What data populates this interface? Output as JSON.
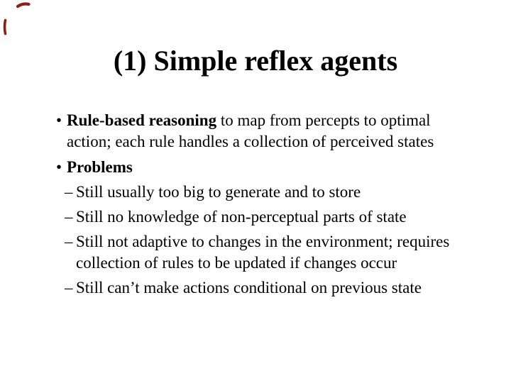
{
  "slide": {
    "title": "(1) Simple reflex agents"
  },
  "markers": {
    "level1": "•",
    "level2": "–"
  },
  "bullets": {
    "b1": {
      "bold": "Rule-based reasoning",
      "rest": " to map from percepts to optimal",
      "line2": "action; each rule handles a collection of perceived states"
    },
    "b2": {
      "bold": "Problems"
    },
    "s1": {
      "text": "Still usually too big to generate and to store"
    },
    "s2": {
      "text": "Still no knowledge of non-perceptual parts of state"
    },
    "s3": {
      "line1": "Still not adaptive to changes in the environment; requires",
      "line2": "collection of rules to be updated if changes occur"
    },
    "s4": {
      "text": "Still can’t make actions conditional on previous state"
    }
  },
  "pen_marks": {
    "color": "#8b1f14"
  },
  "page": {
    "background": "#ffffff",
    "text_color": "#000000"
  }
}
